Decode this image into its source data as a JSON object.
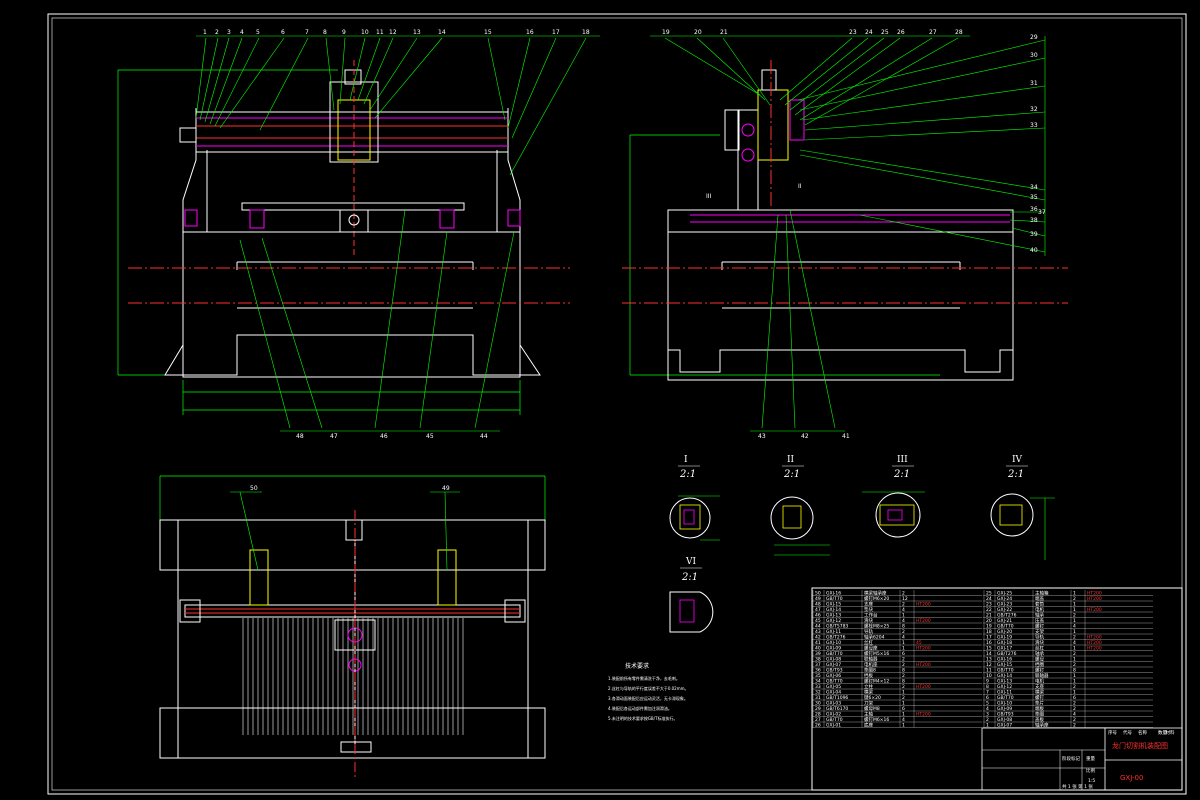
{
  "front_view_labels": [
    "1",
    "2",
    "3",
    "4",
    "5",
    "6",
    "7",
    "8",
    "9",
    "10",
    "11",
    "12",
    "13",
    "14",
    "15",
    "16",
    "17",
    "18"
  ],
  "front_bottom_labels": [
    "48",
    "47",
    "46",
    "45",
    "44"
  ],
  "side_view_top_labels": [
    "19",
    "20",
    "21",
    "23",
    "24",
    "25",
    "26",
    "27",
    "28"
  ],
  "side_view_right_labels": [
    "29",
    "30",
    "31",
    "32",
    "33",
    "34",
    "35",
    "36",
    "37",
    "38",
    "39",
    "40"
  ],
  "side_bottom_labels": [
    "43",
    "42",
    "41"
  ],
  "side_roman_labels": [
    "III",
    "II"
  ],
  "plan_labels": [
    "50",
    "49"
  ],
  "details": [
    {
      "title": "I",
      "scale": "2:1"
    },
    {
      "title": "II",
      "scale": "2:1"
    },
    {
      "title": "III",
      "scale": "2:1"
    },
    {
      "title": "IV",
      "scale": "2:1"
    },
    {
      "title": "VI",
      "scale": "2:1"
    }
  ],
  "parts_list": {
    "left_rows": [
      {
        "no": "50",
        "code": "GXJ-16",
        "name": "横梁轴承座",
        "qty": "2",
        "mat": ""
      },
      {
        "no": "49",
        "code": "GB/T70",
        "name": "螺钉M6×20",
        "qty": "12",
        "mat": ""
      },
      {
        "no": "48",
        "code": "GXJ-15",
        "name": "支座",
        "qty": "2",
        "mat": "HT200"
      },
      {
        "no": "47",
        "code": "GXJ-14",
        "name": "垫块",
        "qty": "4",
        "mat": ""
      },
      {
        "no": "46",
        "code": "GXJ-13",
        "name": "工作台",
        "qty": "1",
        "mat": ""
      },
      {
        "no": "45",
        "code": "GXJ-12",
        "name": "滑块",
        "qty": "4",
        "mat": "HT200"
      },
      {
        "no": "44",
        "code": "GB/T5783",
        "name": "螺栓M8×25",
        "qty": "8",
        "mat": ""
      },
      {
        "no": "43",
        "code": "GXJ-11",
        "name": "导轨",
        "qty": "2",
        "mat": ""
      },
      {
        "no": "42",
        "code": "GB/T276",
        "name": "轴承6204",
        "qty": "4",
        "mat": ""
      },
      {
        "no": "41",
        "code": "GXJ-10",
        "name": "丝杠",
        "qty": "1",
        "mat": "45"
      },
      {
        "no": "40",
        "code": "GXJ-09",
        "name": "螺母座",
        "qty": "1",
        "mat": "HT200"
      },
      {
        "no": "39",
        "code": "GB/T70",
        "name": "螺钉M5×16",
        "qty": "6",
        "mat": ""
      },
      {
        "no": "38",
        "code": "GXJ-08",
        "name": "联轴器",
        "qty": "2",
        "mat": ""
      },
      {
        "no": "37",
        "code": "GXJ-07",
        "name": "电机座",
        "qty": "2",
        "mat": "HT200"
      },
      {
        "no": "36",
        "code": "GB/T93",
        "name": "垫圈8",
        "qty": "8",
        "mat": ""
      },
      {
        "no": "35",
        "code": "GXJ-06",
        "name": "挡板",
        "qty": "2",
        "mat": ""
      },
      {
        "no": "34",
        "code": "GB/T70",
        "name": "螺钉M4×12",
        "qty": "8",
        "mat": ""
      },
      {
        "no": "33",
        "code": "GXJ-05",
        "name": "立柱",
        "qty": "2",
        "mat": "HT200"
      },
      {
        "no": "32",
        "code": "GXJ-04",
        "name": "横梁",
        "qty": "1",
        "mat": ""
      },
      {
        "no": "31",
        "code": "GB/T1096",
        "name": "键6×20",
        "qty": "2",
        "mat": ""
      },
      {
        "no": "30",
        "code": "GXJ-03",
        "name": "刀架",
        "qty": "1",
        "mat": ""
      },
      {
        "no": "29",
        "code": "GB/T6170",
        "name": "螺母M8",
        "qty": "6",
        "mat": ""
      },
      {
        "no": "28",
        "code": "GXJ-02",
        "name": "主轴",
        "qty": "1",
        "mat": "HT200"
      },
      {
        "no": "27",
        "code": "GB/T70",
        "name": "螺钉M6×16",
        "qty": "4",
        "mat": ""
      },
      {
        "no": "26",
        "code": "GXJ-01",
        "name": "底座",
        "qty": "1",
        "mat": ""
      }
    ],
    "right_rows": [
      {
        "no": "25",
        "code": "GXJ-25",
        "name": "主轴箱",
        "qty": "1",
        "mat": "HT200"
      },
      {
        "no": "24",
        "code": "GXJ-24",
        "name": "端盖",
        "qty": "2",
        "mat": "HT200"
      },
      {
        "no": "23",
        "code": "GXJ-23",
        "name": "套筒",
        "qty": "1",
        "mat": ""
      },
      {
        "no": "22",
        "code": "GXJ-22",
        "name": "电机",
        "qty": "1",
        "mat": "HT200"
      },
      {
        "no": "21",
        "code": "GB/T276",
        "name": "轴承",
        "qty": "2",
        "mat": ""
      },
      {
        "no": "20",
        "code": "GXJ-21",
        "name": "压盖",
        "qty": "1",
        "mat": ""
      },
      {
        "no": "19",
        "code": "GB/T70",
        "name": "螺钉",
        "qty": "4",
        "mat": ""
      },
      {
        "no": "18",
        "code": "GXJ-20",
        "name": "支架",
        "qty": "1",
        "mat": ""
      },
      {
        "no": "17",
        "code": "GXJ-19",
        "name": "导轨",
        "qty": "2",
        "mat": "HT200"
      },
      {
        "no": "16",
        "code": "GXJ-18",
        "name": "滑块",
        "qty": "4",
        "mat": "HT200"
      },
      {
        "no": "15",
        "code": "GXJ-17",
        "name": "丝杠",
        "qty": "1",
        "mat": "HT200"
      },
      {
        "no": "14",
        "code": "GB/T276",
        "name": "轴承",
        "qty": "2",
        "mat": ""
      },
      {
        "no": "13",
        "code": "GXJ-16",
        "name": "螺母",
        "qty": "1",
        "mat": ""
      },
      {
        "no": "12",
        "code": "GXJ-15",
        "name": "挡圈",
        "qty": "2",
        "mat": ""
      },
      {
        "no": "11",
        "code": "GB/T70",
        "name": "螺钉",
        "qty": "8",
        "mat": ""
      },
      {
        "no": "10",
        "code": "GXJ-14",
        "name": "联轴器",
        "qty": "1",
        "mat": ""
      },
      {
        "no": "9",
        "code": "GXJ-13",
        "name": "电机",
        "qty": "1",
        "mat": ""
      },
      {
        "no": "8",
        "code": "GXJ-12",
        "name": "支座",
        "qty": "2",
        "mat": ""
      },
      {
        "no": "7",
        "code": "GXJ-11",
        "name": "横梁",
        "qty": "1",
        "mat": ""
      },
      {
        "no": "6",
        "code": "GB/T70",
        "name": "螺钉",
        "qty": "6",
        "mat": ""
      },
      {
        "no": "5",
        "code": "GXJ-10",
        "name": "垫片",
        "qty": "2",
        "mat": ""
      },
      {
        "no": "4",
        "code": "GXJ-09",
        "name": "端板",
        "qty": "2",
        "mat": ""
      },
      {
        "no": "3",
        "code": "GB/T93",
        "name": "垫圈",
        "qty": "4",
        "mat": ""
      },
      {
        "no": "2",
        "code": "GXJ-08",
        "name": "盖板",
        "qty": "2",
        "mat": ""
      },
      {
        "no": "1",
        "code": "GXJ-07",
        "name": "轴承座",
        "qty": "2",
        "mat": ""
      }
    ],
    "header": {
      "no": "序号",
      "code": "代号",
      "name": "名称",
      "qty": "数量",
      "mat": "材料"
    }
  },
  "tech_notes": {
    "title": "技术要求",
    "items": [
      "1.装配前所有零件需清洗干净，去毛刺。",
      "2.丝杠与导轨的平行度误差不大于0.02mm。",
      "3.各滑动面装配后应运动灵活，无卡滞现象。",
      "4.装配后各运动部件需加注润滑油。",
      "5.未注明的技术要求按GB/T标准执行。"
    ]
  },
  "title_block": {
    "drawing_name": "龙门切割机装配图",
    "drawing_no": "GXJ-00",
    "sheet": "共 1 张  第 1 张",
    "scale_label": "比例",
    "scale": "1:5",
    "weight_label": "重量",
    "stage_label": "阶段标记"
  },
  "colors": {
    "background": "#000000",
    "outline": "#ffffff",
    "leader": "#00ff00",
    "centerline": "#ff3030",
    "accent": "#ff00ff",
    "yellow": "#ffff00",
    "cyan": "#00ffff"
  }
}
